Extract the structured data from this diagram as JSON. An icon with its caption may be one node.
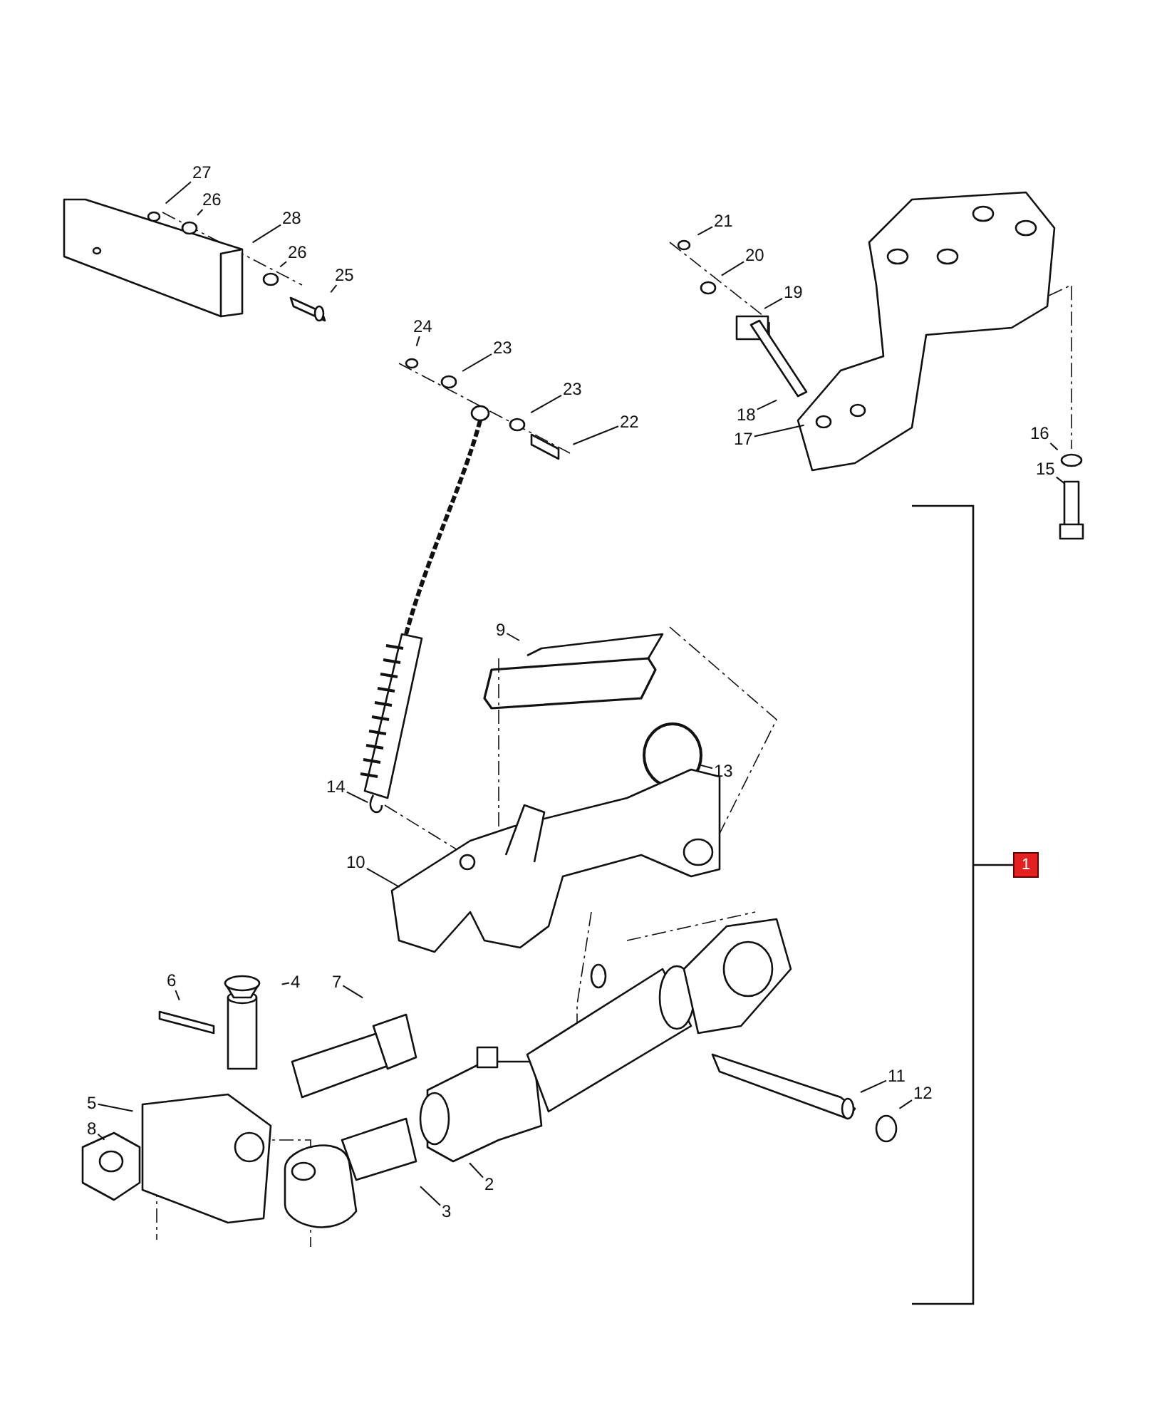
{
  "diagram": {
    "nodes": [
      {
        "text": [
          "27"
        ]
      },
      {
        "text": [
          "26"
        ]
      },
      {
        "text": [
          "28"
        ]
      },
      {
        "text": [
          "26"
        ]
      },
      {
        "text": [
          "25"
        ]
      },
      {
        "text": [
          "21"
        ]
      },
      {
        "text": [
          "20"
        ]
      },
      {
        "text": [
          "19"
        ]
      },
      {
        "text": [
          "24"
        ]
      },
      {
        "text": [
          "23"
        ]
      },
      {
        "text": [
          "23"
        ]
      },
      {
        "text": [
          "22"
        ]
      },
      {
        "text": [
          "18"
        ]
      },
      {
        "text": [
          "17"
        ]
      },
      {
        "text": [
          "16"
        ]
      },
      {
        "text": [
          "15"
        ]
      },
      {
        "text": [
          "9"
        ]
      },
      {
        "text": [
          "13"
        ]
      },
      {
        "text": [
          "14"
        ]
      },
      {
        "text": [
          "1"
        ]
      },
      {
        "text": [
          "10"
        ]
      },
      {
        "text": [
          "6"
        ]
      },
      {
        "text": [
          "4"
        ]
      },
      {
        "text": [
          "7"
        ]
      },
      {
        "text": [
          "5"
        ]
      },
      {
        "text": [
          "11"
        ]
      },
      {
        "text": [
          "12"
        ]
      },
      {
        "text": [
          "8"
        ]
      },
      {
        "text": [
          "2"
        ]
      },
      {
        "text": [
          "3"
        ]
      }
    ],
    "edges": [
      {
        "from": 0,
        "to": null,
        "arrow": "none"
      },
      {
        "from": 1,
        "to": null,
        "arrow": "none"
      },
      {
        "from": 2,
        "to": null,
        "arrow": "none"
      },
      {
        "from": 3,
        "to": null,
        "arrow": "none"
      },
      {
        "from": 4,
        "to": null,
        "arrow": "none"
      },
      {
        "from": 5,
        "to": null,
        "arrow": "none"
      },
      {
        "from": 6,
        "to": null,
        "arrow": "none"
      },
      {
        "from": 7,
        "to": null,
        "arrow": "none"
      },
      {
        "from": 8,
        "to": null,
        "arrow": "none"
      },
      {
        "from": 9,
        "to": null,
        "arrow": "none"
      },
      {
        "from": 10,
        "to": null,
        "arrow": "none"
      },
      {
        "from": 11,
        "to": null,
        "arrow": "none"
      },
      {
        "from": 12,
        "to": null,
        "arrow": "none"
      },
      {
        "from": 13,
        "to": null,
        "arrow": "none"
      },
      {
        "from": 14,
        "to": null,
        "arrow": "none"
      },
      {
        "from": 15,
        "to": null,
        "arrow": "none"
      },
      {
        "from": 16,
        "to": null,
        "arrow": "none"
      },
      {
        "from": 17,
        "to": null,
        "arrow": "none"
      },
      {
        "from": 18,
        "to": null,
        "arrow": "none"
      },
      {
        "from": 20,
        "to": null,
        "arrow": "none"
      },
      {
        "from": 21,
        "to": null,
        "arrow": "none"
      },
      {
        "from": 22,
        "to": null,
        "arrow": "none"
      },
      {
        "from": 23,
        "to": null,
        "arrow": "none"
      },
      {
        "from": 24,
        "to": null,
        "arrow": "none"
      },
      {
        "from": 25,
        "to": null,
        "arrow": "none"
      },
      {
        "from": 26,
        "to": null,
        "arrow": "none"
      },
      {
        "from": 27,
        "to": null,
        "arrow": "none"
      },
      {
        "from": 28,
        "to": null,
        "arrow": "none"
      },
      {
        "from": 29,
        "to": null,
        "arrow": "none"
      }
    ]
  }
}
